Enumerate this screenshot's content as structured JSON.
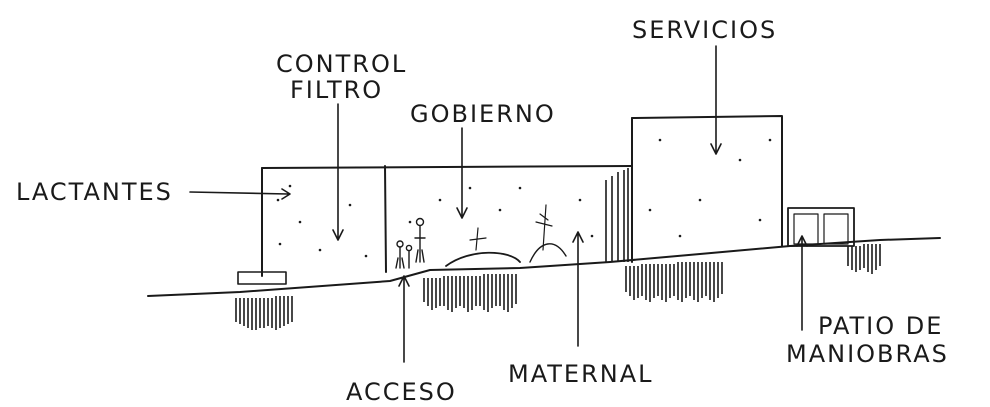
{
  "labels": {
    "lactantes": "LACTANTES",
    "control_filtro_1": "CONTROL",
    "control_filtro_2": "FILTRO",
    "gobierno": "GOBIERNO",
    "servicios": "SERVICIOS",
    "acceso": "ACCESO",
    "maternal": "MATERNAL",
    "patio_1": "PATIO DE",
    "patio_2": "MANIOBRAS"
  },
  "colors": {
    "ink": "#1a1a1a",
    "paper": "#ffffff"
  }
}
